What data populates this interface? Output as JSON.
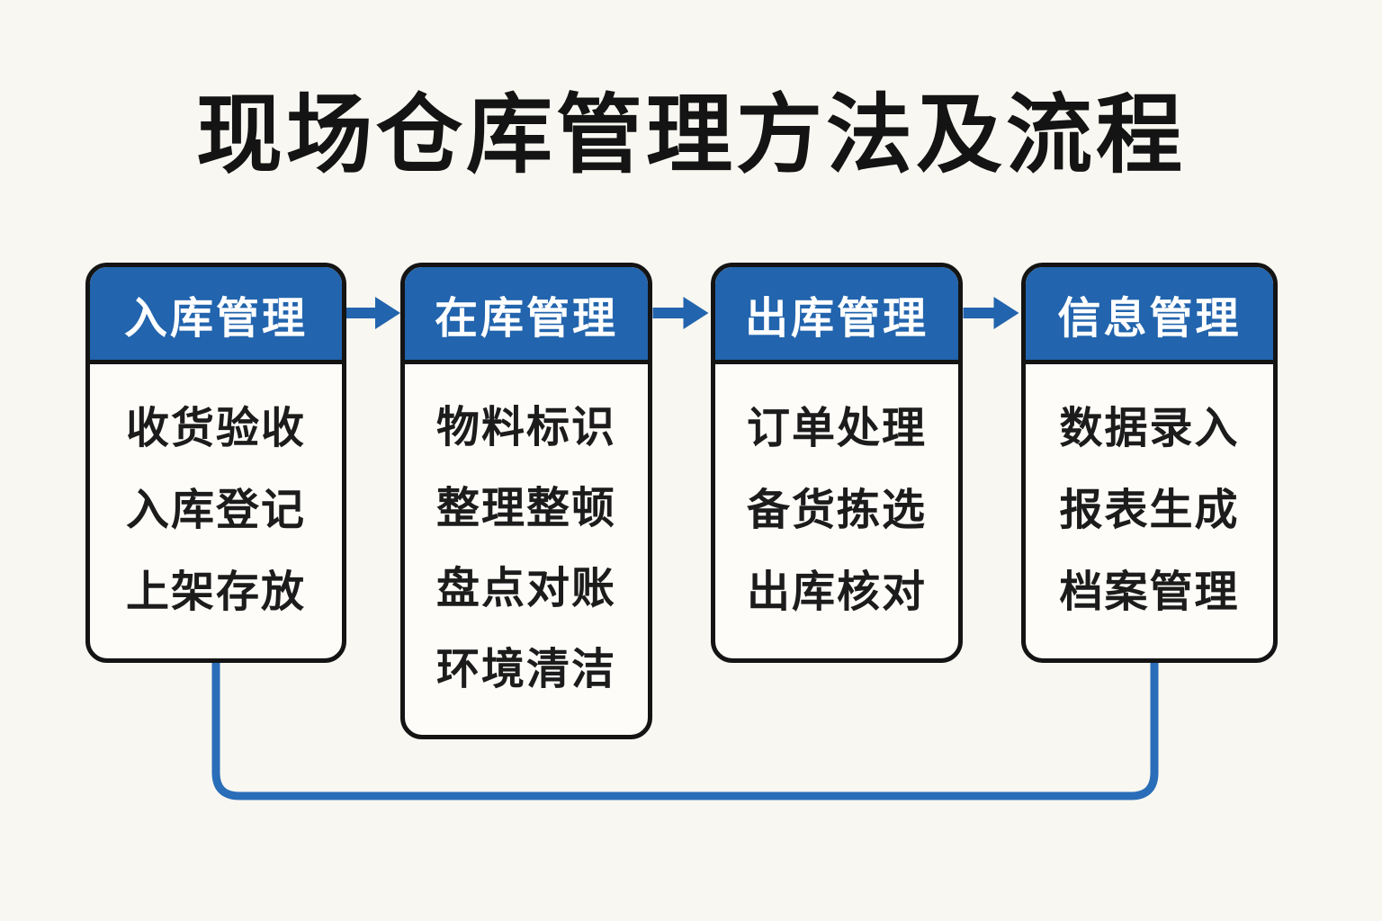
{
  "title": "现场仓库管理方法及流程",
  "colors": {
    "background": "#f9f7f1",
    "header_blue": "#2264ad",
    "connector_blue": "#2a6db8",
    "box_fill": "#fdfcf8",
    "border_black": "#141414",
    "title_text": "#141414",
    "item_text": "#1c1c1c",
    "header_text": "#ffffff"
  },
  "flow": {
    "stages": [
      {
        "header": "入库管理",
        "items": [
          "收货验收",
          "入库登记",
          "上架存放"
        ]
      },
      {
        "header": "在库管理",
        "items": [
          "物料标识",
          "整理整顿",
          "盘点对账",
          "环境清洁"
        ]
      },
      {
        "header": "出库管理",
        "items": [
          "订单处理",
          "备货拣选",
          "出库核对"
        ]
      },
      {
        "header": "信息管理",
        "items": [
          "数据录入",
          "报表生成",
          "档案管理"
        ]
      }
    ],
    "arrows": [
      {
        "from": "入库管理",
        "to": "在库管理",
        "direction": "right"
      },
      {
        "from": "在库管理",
        "to": "出库管理",
        "direction": "right"
      },
      {
        "from": "出库管理",
        "to": "信息管理",
        "direction": "right"
      }
    ],
    "feedback_loop": {
      "from": "入库管理",
      "to": "信息管理",
      "path": "bottom"
    }
  }
}
